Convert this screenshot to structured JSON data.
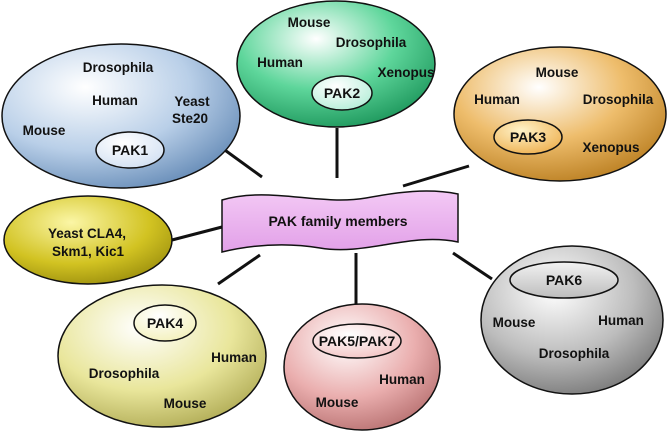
{
  "center_label": "PAK family members",
  "groups": {
    "pak1": {
      "name": "PAK1",
      "species": [
        "Drosophila",
        "Human",
        "Yeast",
        "Ste20",
        "Mouse"
      ]
    },
    "pak2": {
      "name": "PAK2",
      "species": [
        "Mouse",
        "Drosophila",
        "Human",
        "Xenopus"
      ]
    },
    "pak3": {
      "name": "PAK3",
      "species": [
        "Mouse",
        "Human",
        "Drosophila",
        "Xenopus"
      ]
    },
    "yeast": {
      "lines": [
        "Yeast CLA4,",
        "Skm1, Kic1"
      ]
    },
    "pak4": {
      "name": "PAK4",
      "species": [
        "Human",
        "Drosophila",
        "Mouse"
      ]
    },
    "pak57": {
      "name": "PAK5/PAK7",
      "species": [
        "Human",
        "Mouse"
      ]
    },
    "pak6": {
      "name": "PAK6",
      "species": [
        "Mouse",
        "Human",
        "Drosophila"
      ]
    }
  },
  "colors": {
    "pak1": "#a9c4e6",
    "pak2": "#3fbf80",
    "pak3": "#e6a84a",
    "yeast": "#c9bb1a",
    "pak4": "#e3e08e",
    "pak57": "#e6a2a2",
    "pak6": "#a8a8a8",
    "banner": "#e6a6ec"
  }
}
